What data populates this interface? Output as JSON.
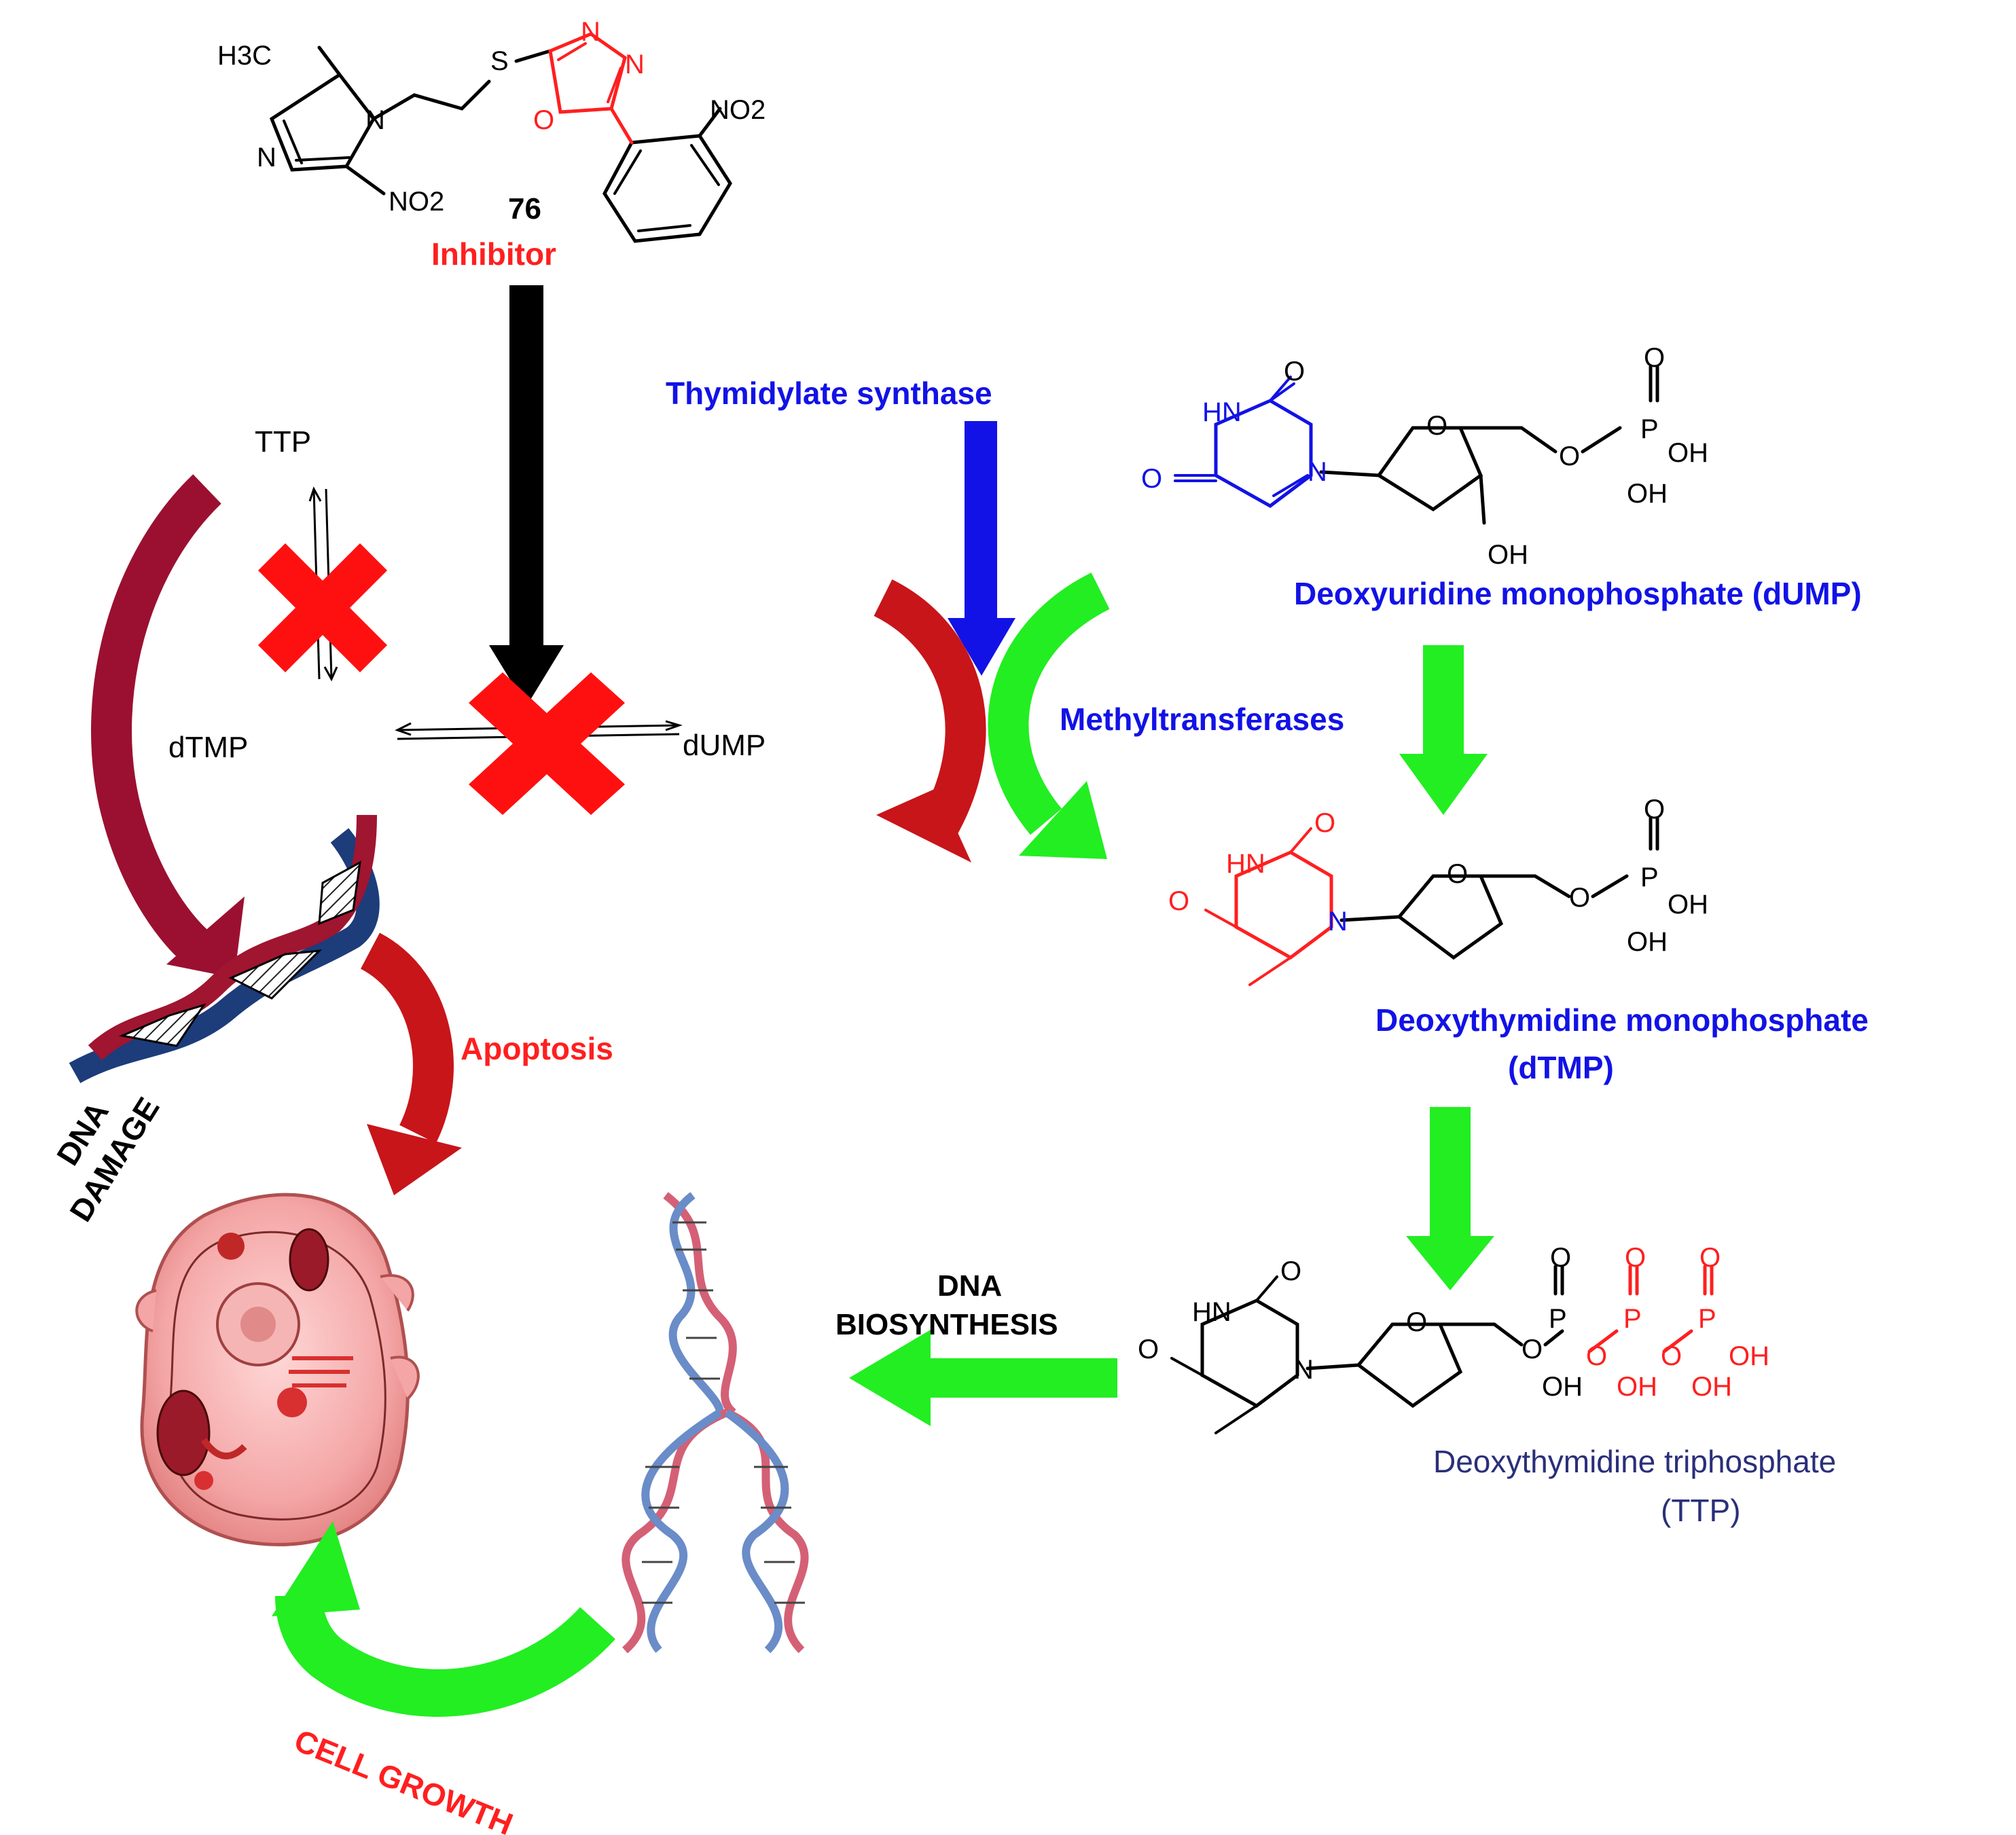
{
  "colors": {
    "black": "#000000",
    "red_accent": "#ff1f1f",
    "blue_accent": "#1212e6",
    "navy_text": "#2a2f7a",
    "green_arrow": "#22ee22",
    "maroon_arrow": "#9b1030",
    "dark_red_arrow": "#c8151a",
    "cross_red": "#ff1010",
    "dna_blue": "#1d3c7a",
    "dna_red": "#a01530",
    "cell_pink": "#f2a0a0"
  },
  "inhibitor": {
    "compound_number": "76",
    "label": "Inhibitor",
    "atoms": {
      "methyl": "H3C",
      "nitro_imidazole": "NO2",
      "nitro_phenyl": "NO2",
      "sulfur": "S",
      "n_a": "N",
      "n_b": "N",
      "n_c": "N",
      "n_d": "N",
      "n_ring1": "N",
      "n_ring2": "N",
      "oxygen": "O"
    }
  },
  "cycle": {
    "ttp": "TTP",
    "dtmp": "dTMP",
    "dump": "dUMP"
  },
  "enzymes": {
    "thymidylate_synthase": "Thymidylate synthase",
    "methyltransferases": "Methyltransferases"
  },
  "molecules": {
    "dump": {
      "name": "Deoxyuridine monophosphate (dUMP)",
      "atoms": {
        "o_top": "O",
        "hn": "HN",
        "o_left": "O",
        "n": "N",
        "o_ring": "O",
        "oh": "OH",
        "o_p": "O",
        "p": "P",
        "o_p_top": "O",
        "oh_1": "OH",
        "oh_2": "OH"
      }
    },
    "dtmp": {
      "name_line1": "Deoxythymidine monophosphate",
      "name_line2": "(dTMP)",
      "atoms": {
        "o_top": "O",
        "hn": "HN",
        "o_left": "O",
        "n": "N",
        "o_ring": "O",
        "o_p": "O",
        "p": "P",
        "o_p_top": "O",
        "oh_1": "OH",
        "oh_2": "OH"
      }
    },
    "ttp": {
      "name_line1": "Deoxythymidine triphosphate",
      "name_line2": "(TTP)",
      "atoms": {
        "o_top": "O",
        "hn": "HN",
        "o_left": "O",
        "n": "N",
        "o_ring": "O",
        "o_1": "O",
        "p1": "P",
        "o_p1_top": "O",
        "oh_p1": "OH",
        "o_2": "O",
        "p2": "P",
        "o_p2_top": "O",
        "oh_p2": "OH",
        "o_3": "O",
        "p3": "P",
        "o_p3_top": "O",
        "oh_p3": "OH",
        "oh_end": "OH"
      }
    }
  },
  "labels": {
    "dna_damage_line1": "DNA",
    "dna_damage_line2": "DAMAGE",
    "apoptosis": "Apoptosis",
    "dna_biosynthesis_line1": "DNA",
    "dna_biosynthesis_line2": "BIOSYNTHESIS",
    "cell_growth": "CELL GROWTH"
  }
}
